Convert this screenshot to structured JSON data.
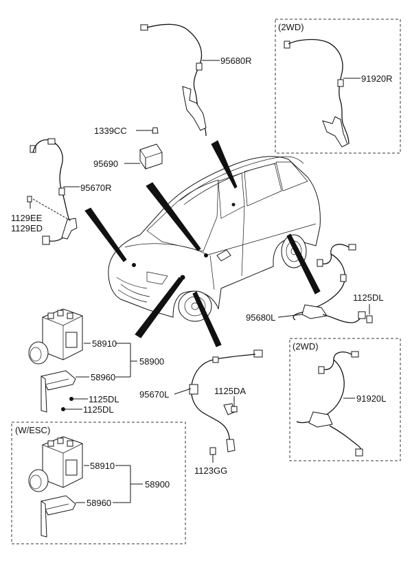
{
  "panels": {
    "rear_2wd": "(2WD)",
    "front_2wd": "(2WD)",
    "esc": "(W/ESC)"
  },
  "labels": {
    "p95680R": "95680R",
    "p91920R": "91920R",
    "p1339CC": "1339CC",
    "p95690": "95690",
    "p95670R": "95670R",
    "p1129EE": "1129EE",
    "p1129ED": "1129ED",
    "p1125DL_right": "1125DL",
    "p95680L": "95680L",
    "p58910": "58910",
    "p58900": "58900",
    "p58960": "58960",
    "p1125DL_a": "1125DL",
    "p1125DL_b": "1125DL",
    "p91920L": "91920L",
    "p95670L": "95670L",
    "p1125DA": "1125DA",
    "p1123GG": "1123GG",
    "p58910_esc": "58910",
    "p58900_esc": "58900",
    "p58960_esc": "58960"
  },
  "colors": {
    "ink": "#111111",
    "background": "#ffffff",
    "frame": "#333333"
  }
}
